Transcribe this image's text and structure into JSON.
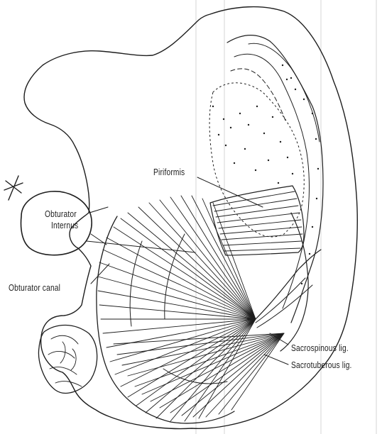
{
  "labels": {
    "piriformis": "Piriformis",
    "obturator_internus_line1": "Obturator",
    "obturator_internus_line2": "Internus",
    "obturator_canal": "Obturator canal",
    "sacrospinous": "Sacrospinous lig.",
    "sacrotuberous": "Sacrotuberous lig."
  },
  "colors": {
    "ink": "#1e1e1e",
    "paper": "#ffffff",
    "scan_line": "#cfcfcf"
  }
}
